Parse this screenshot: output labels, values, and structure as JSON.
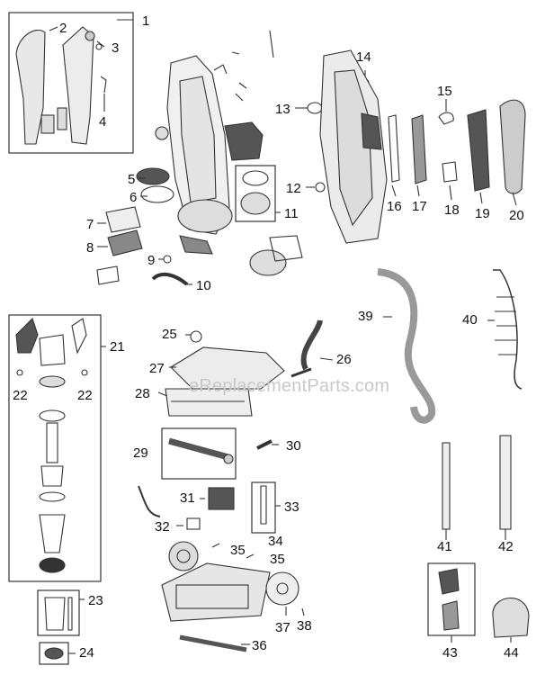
{
  "watermark": "eReplacementParts.com",
  "callouts": {
    "c1": "1",
    "c2": "2",
    "c3": "3",
    "c4": "4",
    "c5": "5",
    "c6": "6",
    "c7": "7",
    "c8": "8",
    "c9": "9",
    "c10": "10",
    "c11": "11",
    "c12": "12",
    "c13": "13",
    "c14": "14",
    "c15": "15",
    "c16": "16",
    "c17": "17",
    "c18": "18",
    "c19": "19",
    "c20": "20",
    "c21": "21",
    "c22a": "22",
    "c22b": "22",
    "c23": "23",
    "c24": "24",
    "c25": "25",
    "c26": "26",
    "c27": "27",
    "c28": "28",
    "c29": "29",
    "c30": "30",
    "c31": "31",
    "c32": "32",
    "c33": "33",
    "c34": "34",
    "c35a": "35",
    "c35b": "35",
    "c36": "36",
    "c37": "37",
    "c38": "38",
    "c39": "39",
    "c40": "40",
    "c41": "41",
    "c42": "42",
    "c43": "43",
    "c44": "44"
  }
}
